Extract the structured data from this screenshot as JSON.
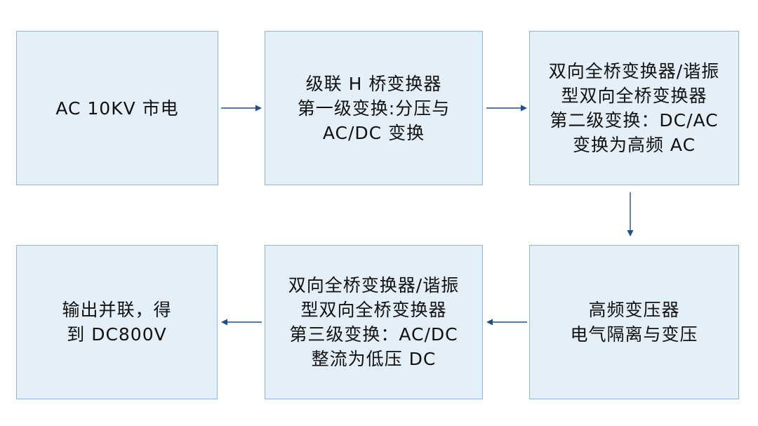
{
  "diagram": {
    "colors": {
      "box_fill": "#e4eff7",
      "box_border": "#8fb6dc",
      "arrow": "#1f4e8c",
      "text": "#111111"
    },
    "nodes": [
      {
        "id": "ac-mains",
        "lines": [
          "AC 10KV 市电"
        ]
      },
      {
        "id": "cascaded-h-bridge",
        "lines": [
          "级联 H 桥变换器",
          "第一级变换:分压与",
          "AC/DC 变换"
        ]
      },
      {
        "id": "stage2-dab",
        "lines": [
          "双向全桥变换器/谐振",
          "型双向全桥变换器",
          "第二级变换：DC/AC",
          "变换为高频 AC"
        ]
      },
      {
        "id": "hf-transformer",
        "lines": [
          "高频变压器",
          "电气隔离与变压"
        ]
      },
      {
        "id": "stage3-dab",
        "lines": [
          "双向全桥变换器/谐振",
          "型双向全桥变换器",
          "第三级变换：AC/DC",
          "整流为低压 DC"
        ]
      },
      {
        "id": "output-parallel",
        "lines": [
          "输出并联，得",
          "到 DC800V"
        ]
      }
    ],
    "edges": [
      {
        "from": "ac-mains",
        "to": "cascaded-h-bridge"
      },
      {
        "from": "cascaded-h-bridge",
        "to": "stage2-dab"
      },
      {
        "from": "stage2-dab",
        "to": "hf-transformer"
      },
      {
        "from": "hf-transformer",
        "to": "stage3-dab"
      },
      {
        "from": "stage3-dab",
        "to": "output-parallel"
      }
    ]
  }
}
